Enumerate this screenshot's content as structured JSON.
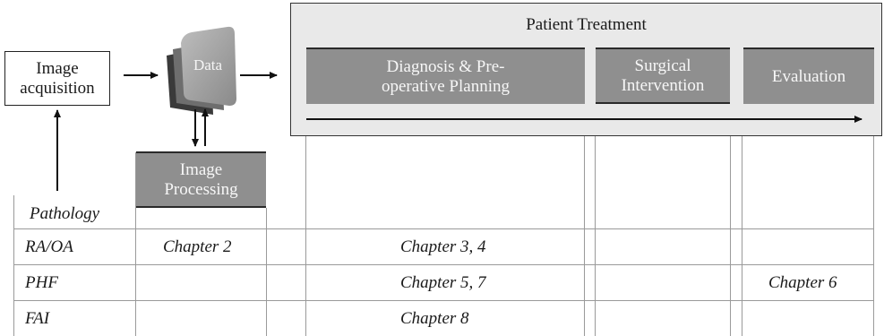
{
  "flow": {
    "image_acquisition": "Image acquisition",
    "data": "Data",
    "image_processing": "Image Processing",
    "patient_treatment": "Patient Treatment",
    "diagnosis": "Diagnosis & Pre-operative Planning",
    "surgical": "Surgical Intervention",
    "evaluation": "Evaluation"
  },
  "table": {
    "header": "Pathology",
    "rows": [
      {
        "pathology": "RA/OA",
        "image_processing": "Chapter 2",
        "diagnosis": "Chapter 3, 4",
        "surgical": "",
        "evaluation": ""
      },
      {
        "pathology": "PHF",
        "image_processing": "",
        "diagnosis": "Chapter 5, 7",
        "surgical": "",
        "evaluation": "Chapter 6"
      },
      {
        "pathology": "FAI",
        "image_processing": "",
        "diagnosis": "Chapter 8",
        "surgical": "",
        "evaluation": ""
      }
    ]
  }
}
